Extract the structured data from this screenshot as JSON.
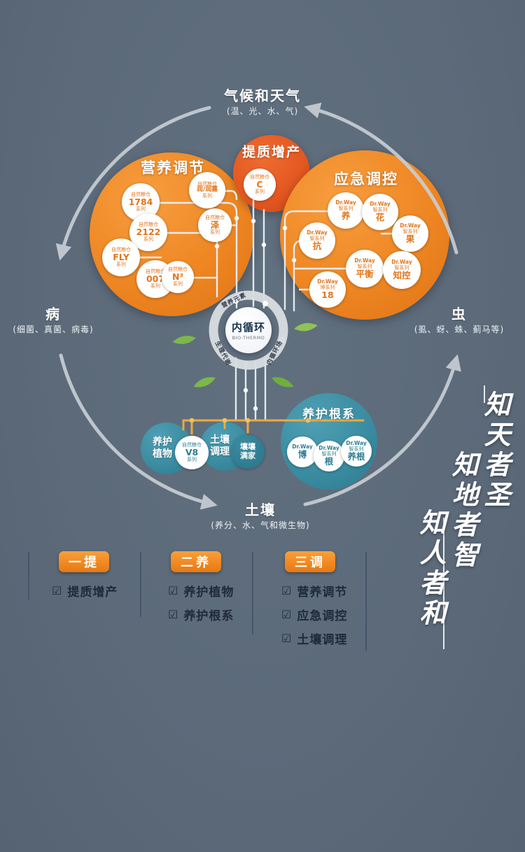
{
  "cycle": {
    "top": {
      "title": "气候和天气",
      "sub": "(温、光、水、气)"
    },
    "left": {
      "title": "病",
      "sub": "(细菌、真菌、病毒)"
    },
    "right": {
      "title": "虫",
      "sub": "(虱、蚜、蛛、蓟马等)"
    },
    "bottom": {
      "title": "土壤",
      "sub": "(养分、水、气和微生物)"
    }
  },
  "hub": {
    "title": "内循环",
    "sub": "BIO-THERMO",
    "ring_labels": [
      "营养元素",
      "生理代谢",
      "内循环场"
    ]
  },
  "clusters": {
    "nutrition": {
      "title": "营养调节",
      "products": [
        {
          "top": "自然粮仓",
          "name": "1784",
          "bot": "系列"
        },
        {
          "top": "自然粮仓",
          "name": "润/润嘉",
          "bot": "系列"
        },
        {
          "top": "自然粮仓",
          "name": "2122",
          "bot": "系列"
        },
        {
          "top": "自然粮仓",
          "name": "泽",
          "bot": "系列"
        },
        {
          "top": "自然粮仓",
          "name": "FLY",
          "bot": "系列"
        },
        {
          "top": "自然粮仓",
          "name": "007",
          "bot": "系列"
        },
        {
          "top": "自然粮仓",
          "name": "N³",
          "bot": "系列"
        }
      ]
    },
    "quality": {
      "title": "提质增产",
      "products": [
        {
          "top": "自然粮仓",
          "name": "C",
          "bot": "系列"
        }
      ]
    },
    "emergency": {
      "title": "应急调控",
      "products": [
        {
          "top": "Dr.Way",
          "mid": "智系列",
          "name": "养"
        },
        {
          "top": "Dr.Way",
          "mid": "智系列",
          "name": "花"
        },
        {
          "top": "Dr.Way",
          "mid": "智系列",
          "name": "果"
        },
        {
          "top": "Dr.Way",
          "mid": "智系列",
          "name": "抗"
        },
        {
          "top": "Dr.Way",
          "mid": "智系列",
          "name": "平衡"
        },
        {
          "top": "Dr.Way",
          "mid": "智系列",
          "name": "知控"
        },
        {
          "top": "Dr.Way",
          "mid": "博系列",
          "name": "18"
        }
      ]
    },
    "plant_care": {
      "title": "养护植物",
      "products": [
        {
          "top": "自然粮仓",
          "name": "V8",
          "bot": "系列"
        }
      ]
    },
    "soil_care": {
      "title": "土壤调理",
      "products": [
        {
          "name": "壤壤满家"
        }
      ]
    },
    "root_care": {
      "title": "养护根系",
      "products": [
        {
          "top": "Dr.Way",
          "mid": "",
          "name": "博"
        },
        {
          "top": "Dr.Way",
          "mid": "智系列",
          "name": "根"
        },
        {
          "top": "Dr.Way",
          "mid": "智系列",
          "name": "养根"
        }
      ]
    }
  },
  "checklist": {
    "check_glyph": "☑",
    "groups": [
      {
        "button": "一提",
        "items": [
          "提质增产"
        ]
      },
      {
        "button": "二养",
        "items": [
          "养护植物",
          "养护根系"
        ]
      },
      {
        "button": "三调",
        "items": [
          "营养调节",
          "应急调控",
          "土壤调理"
        ]
      }
    ]
  },
  "calligraphy": {
    "lines": [
      "知天者圣",
      "知地者智",
      "知人者和"
    ]
  },
  "colors": {
    "background": "#5d6b7d",
    "orange": "#ee8622",
    "red_orange": "#e25620",
    "teal": "#3a8ba0",
    "connector_light": "#e8f0f5",
    "connector_orange": "#ecaa3f",
    "cycle_arrow": "#c9cfd6",
    "leaf_green": "#7db84b",
    "dark_text": "#1f2a38"
  }
}
